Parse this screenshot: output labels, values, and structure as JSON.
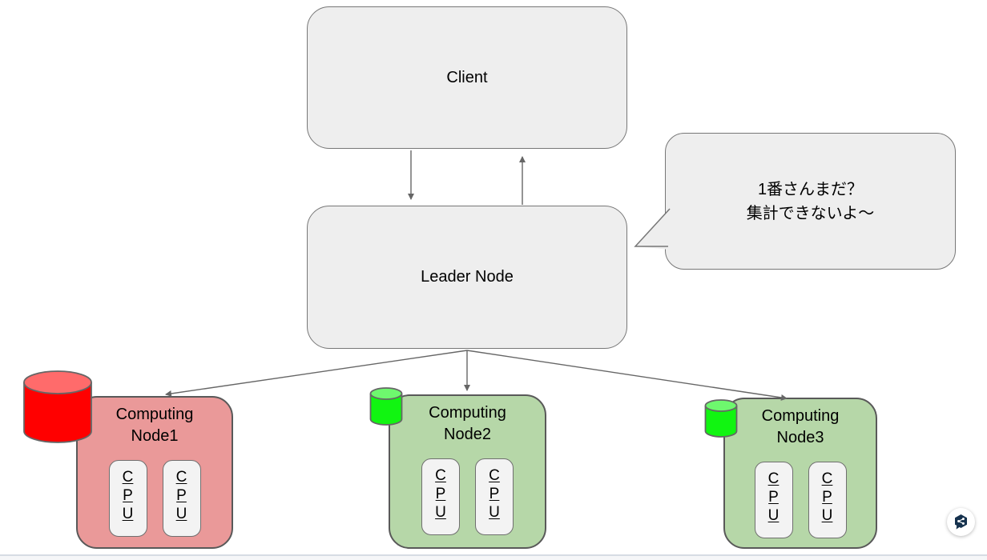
{
  "client_box": {
    "label": "Client"
  },
  "leader_box": {
    "label": "Leader Node"
  },
  "speech_bubble": {
    "lines": [
      "1番さんまだ？",
      "集計できないよ～"
    ]
  },
  "computing_nodes": [
    {
      "label": "Computing Node1",
      "cpus": [
        "CPU",
        "CPU"
      ],
      "fill": "#ea9999",
      "disk_fill": "#ff0000",
      "disk_top_fill": "#ff6b6b",
      "status": "red"
    },
    {
      "label": "Computing Node2",
      "cpus": [
        "CPU",
        "CPU"
      ],
      "fill": "#b6d7a8",
      "disk_fill": "#11f511",
      "disk_top_fill": "#6ef86e",
      "status": "green"
    },
    {
      "label": "Computing Node3",
      "cpus": [
        "CPU",
        "CPU"
      ],
      "fill": "#b6d7a8",
      "disk_fill": "#11f511",
      "disk_top_fill": "#6ef86e",
      "status": "green"
    }
  ],
  "colors": {
    "arrow": "#666666",
    "box_fill": "#eeeeee",
    "box_border": "#777777",
    "node_border": "#595959",
    "cpu_fill": "#f3f3f3",
    "badge_bg": "#16324e"
  }
}
